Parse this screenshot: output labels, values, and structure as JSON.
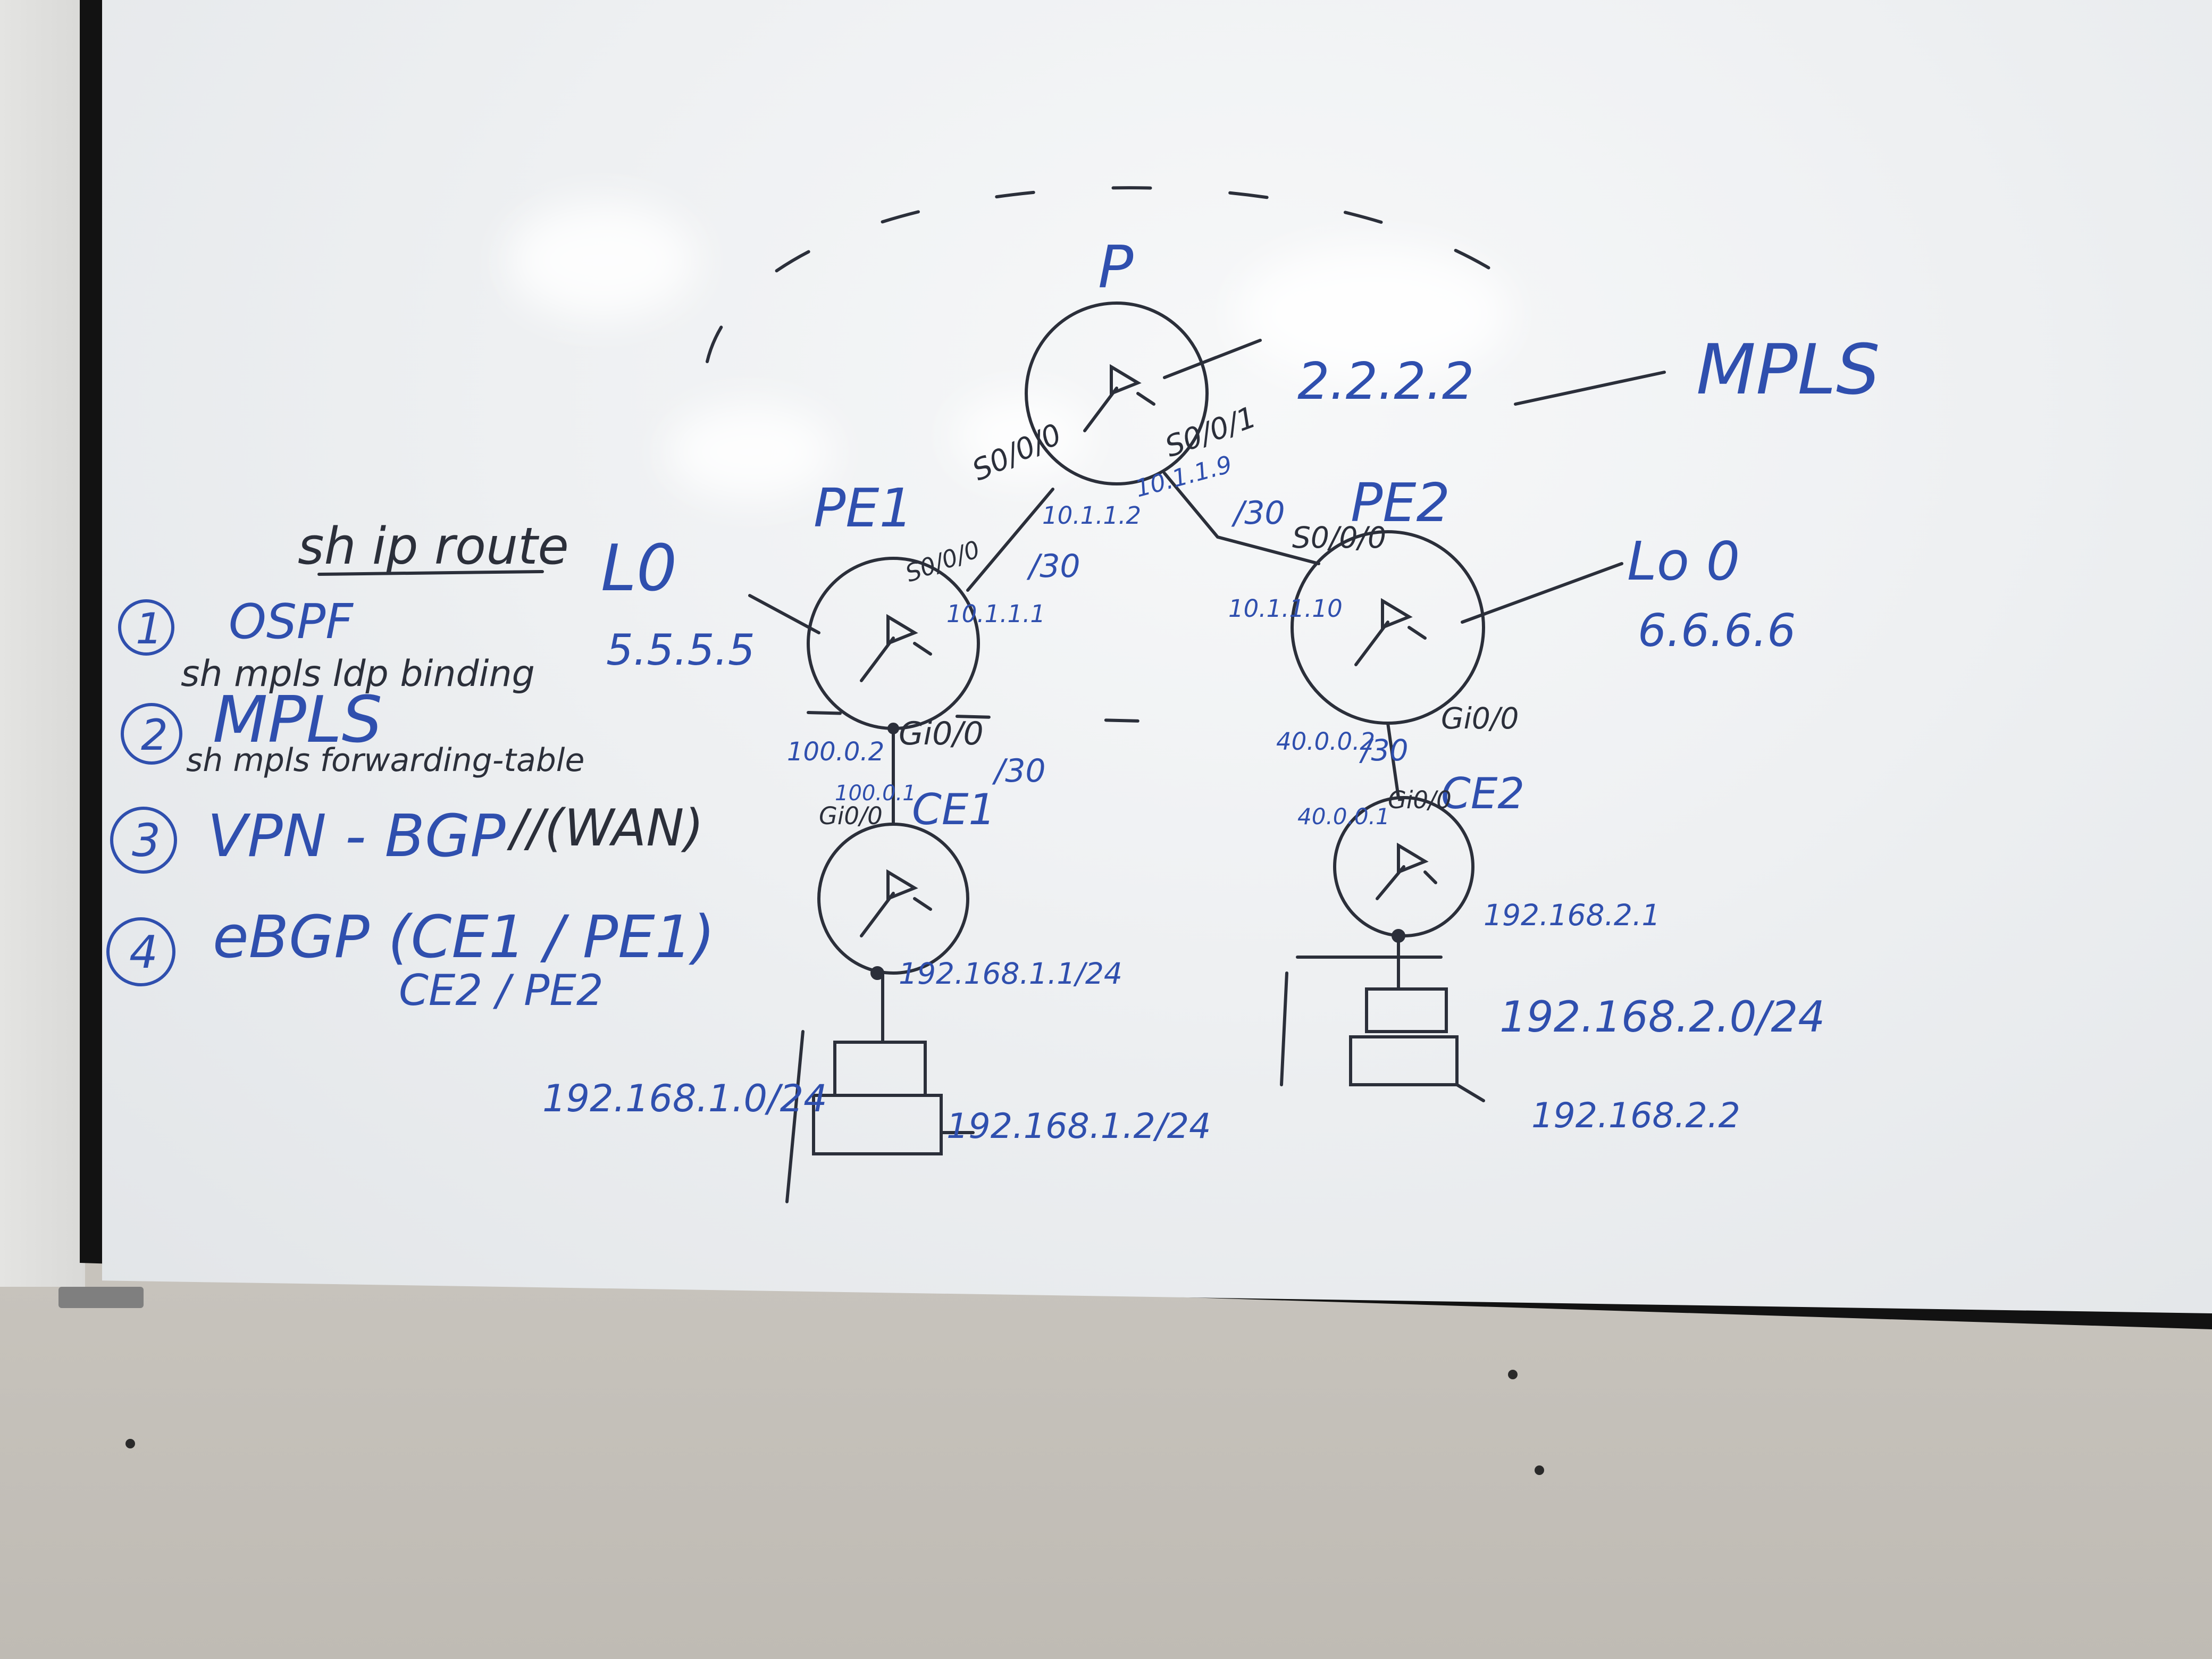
{
  "title": "MPLS",
  "routers": {
    "p": {
      "name": "P",
      "loopback": "2.2.2.2"
    },
    "pe1": {
      "name": "PE1",
      "loopback_label": "L0",
      "loopback": "5.5.5.5",
      "iface_s": "S0/0/0",
      "ip_s": "10.1.1.1",
      "iface_g": "Gi0/0",
      "ip_g": "100.0.2"
    },
    "pe2": {
      "name": "PE2",
      "loopback_label": "Lo 0",
      "loopback": "6.6.6.6",
      "iface_s": "S0/0/0",
      "ip_s": "10.1.1.10",
      "iface_g": "Gi0/0",
      "ip_g": "40.0.0.2"
    },
    "ce1": {
      "name": "CE1",
      "iface_g": "Gi0/0",
      "ip_g": "100.0.1",
      "lan_ip": "192.168.1.1/24"
    },
    "ce2": {
      "name": "CE2",
      "iface_g": "Gi0/0",
      "ip_g": "40.0.0.1",
      "lan_ip": "192.168.2.1"
    }
  },
  "links": {
    "p_s000": "S0/0/0",
    "p_s001": "S0/0/1",
    "p_pe1_ip": "10.1.1.2",
    "p_pe2_ip": "10.1.1.9",
    "mask": "/30"
  },
  "lans": {
    "lan1": {
      "network": "192.168.1.0/24",
      "host": "192.168.1.2/24"
    },
    "lan2": {
      "network": "192.168.2.0/24",
      "host": "192.168.2.2"
    }
  },
  "notes": {
    "cmd_route": "sh ip route",
    "cmd_ldp": "sh mpls ldp binding",
    "cmd_fwd": "sh mpls forwarding-table",
    "items": [
      {
        "num": "1",
        "text": "OSPF"
      },
      {
        "num": "2",
        "text": "MPLS"
      },
      {
        "num": "3",
        "text": "VPN - BGP",
        "extra": "//(WAN)"
      },
      {
        "num": "4",
        "text": "eBGP (CE1 / PE1)",
        "extra": "CE2 / PE2"
      }
    ]
  },
  "colors": {
    "ink_blue": "#2f4fae",
    "ink_black": "#2b2f3a"
  }
}
